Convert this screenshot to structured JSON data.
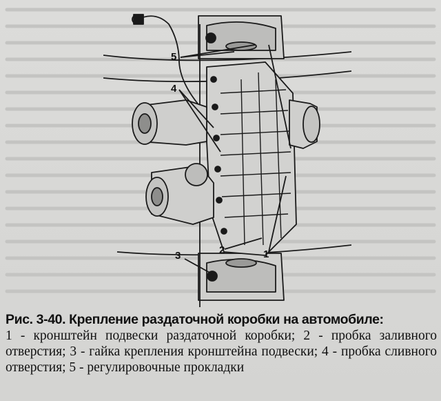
{
  "figure": {
    "callouts": [
      "1",
      "2",
      "3",
      "4",
      "5"
    ]
  },
  "caption": {
    "title": "Рис. 3-40. Крепление раздаточной коробки на автомобиле:",
    "body": "1 - кронштейн подвески раздаточной коробки; 2 - пробка заливного отверстия; 3 - гайка крепления кронштейна подвески; 4 - пробка сливного отверстия; 5 - регулировочные прокладки"
  }
}
